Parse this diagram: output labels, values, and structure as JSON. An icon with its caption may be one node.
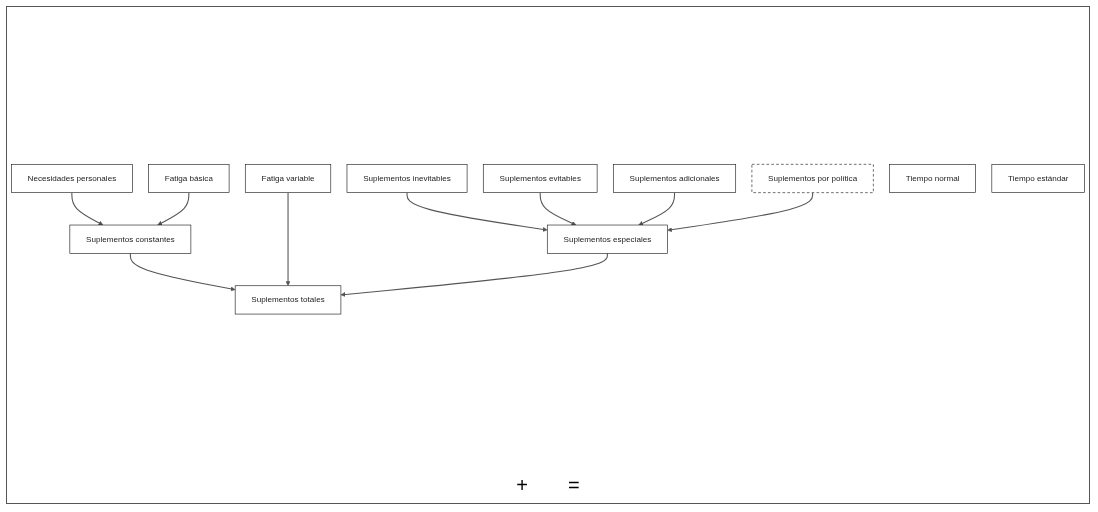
{
  "diagram": {
    "nodes": [
      {
        "text": [
          "Necesidades personales"
        ]
      },
      {
        "text": [
          "Fatiga básica"
        ]
      },
      {
        "text": [
          "Fatiga variable"
        ]
      },
      {
        "text": [
          "Suplementos inevitables"
        ]
      },
      {
        "text": [
          "Suplementos evitables"
        ]
      },
      {
        "text": [
          "Suplementos adicionales"
        ]
      },
      {
        "text": [
          "Suplementos por política"
        ]
      },
      {
        "text": [
          "Suplementos constantes"
        ]
      },
      {
        "text": [
          "Suplementos especiales"
        ]
      },
      {
        "text": [
          "Suplementos totales"
        ]
      },
      {
        "text": [
          "Tiempo normal"
        ]
      },
      {
        "text": [
          "Tiempo estándar"
        ]
      }
    ],
    "edges": [
      {
        "from": 0,
        "to": 7,
        "arrow": "to"
      },
      {
        "from": 1,
        "to": 7,
        "arrow": "to"
      },
      {
        "from": 3,
        "to": 8,
        "arrow": "to"
      },
      {
        "from": 4,
        "to": 8,
        "arrow": "to"
      },
      {
        "from": 5,
        "to": 8,
        "arrow": "to"
      },
      {
        "from": 6,
        "to": 8,
        "arrow": "to"
      },
      {
        "from": 7,
        "to": 9,
        "arrow": "to"
      },
      {
        "from": 2,
        "to": 9,
        "arrow": "to"
      },
      {
        "from": 8,
        "to": 9,
        "arrow": "to"
      }
    ],
    "labels": [
      "+",
      "="
    ]
  }
}
